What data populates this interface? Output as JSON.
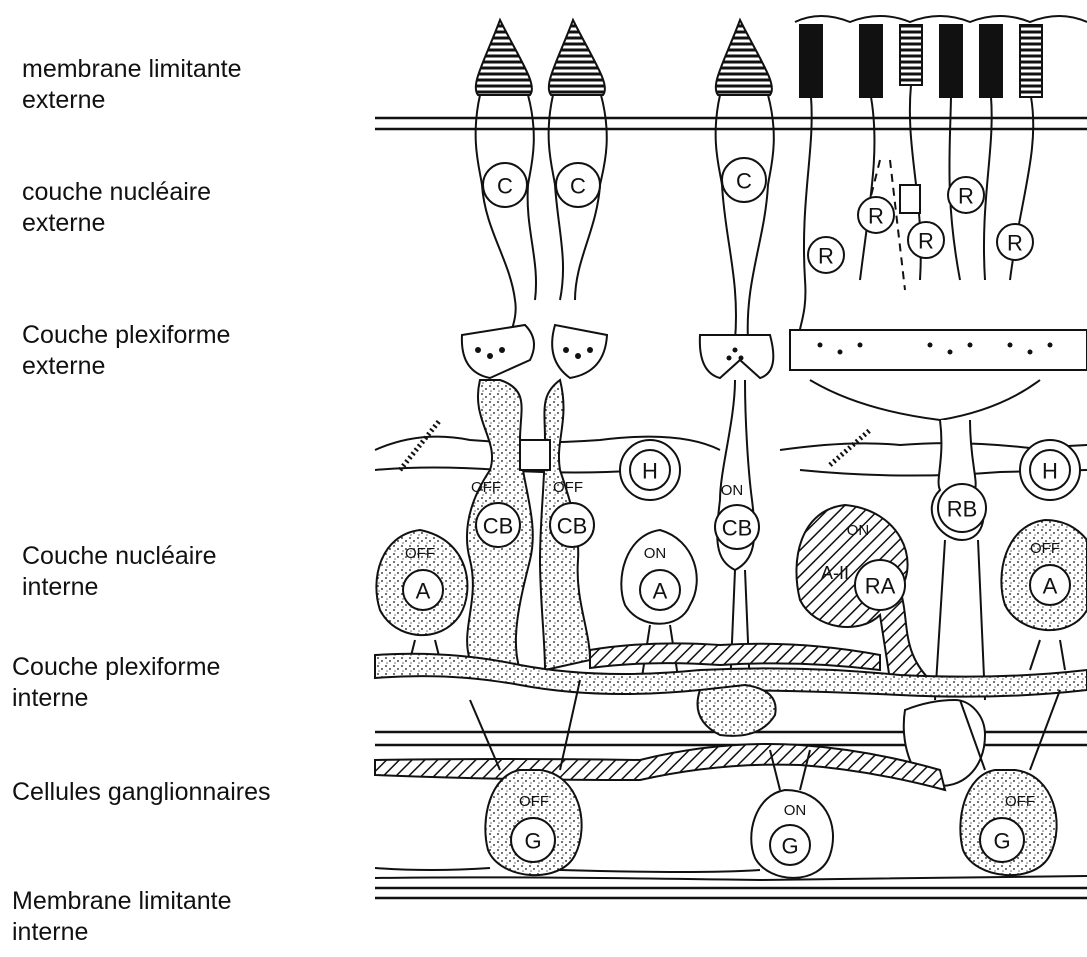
{
  "layers": {
    "olm": "membrane limitante\nexterne",
    "onl": "couche nucléaire\nexterne",
    "opl": "Couche plexiforme\nexterne",
    "inl": "Couche nucléaire\ninterne",
    "ipl": "Couche plexiforme\ninterne",
    "gcl": "Cellules ganglionnaires",
    "ilm": "Membrane limitante\n interne"
  },
  "cells": {
    "cone": "C",
    "rod": "R",
    "horizontal": "H",
    "cone_bipolar": "CB",
    "rod_bipolar": "RB",
    "amacrine": "A",
    "aii_left": "A-II",
    "aii_right": "RA",
    "ganglion": "G"
  },
  "tags": {
    "off": "OFF",
    "on": "ON"
  },
  "colors": {
    "ink": "#111111",
    "stipple": "#d9d9d9",
    "hatch": "#111111"
  }
}
